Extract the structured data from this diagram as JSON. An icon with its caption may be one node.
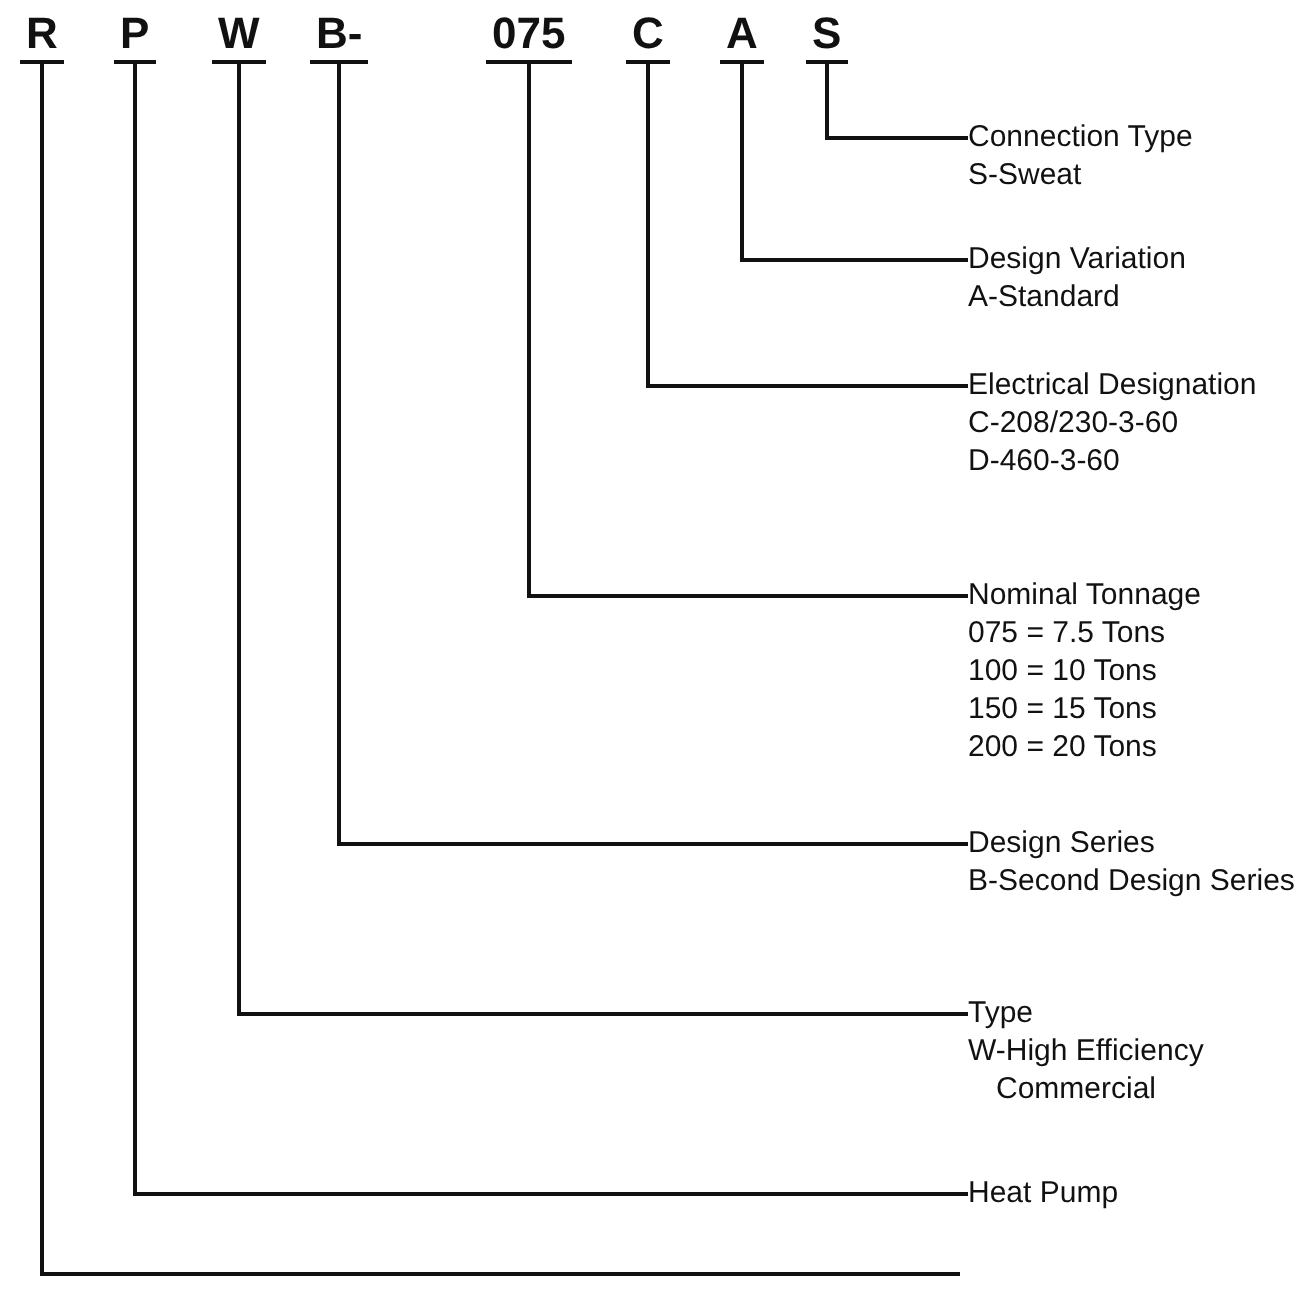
{
  "diagram": {
    "nodes": [
      {
        "text": [
          "R"
        ]
      },
      {
        "text": [
          "P"
        ]
      },
      {
        "text": [
          "W"
        ]
      },
      {
        "text": [
          "B-"
        ]
      },
      {
        "text": [
          "075"
        ]
      },
      {
        "text": [
          "C"
        ]
      },
      {
        "text": [
          "A"
        ]
      },
      {
        "text": [
          "S"
        ]
      },
      {
        "text": [
          "Connection Type",
          "S-Sweat"
        ]
      },
      {
        "text": [
          "Design Variation",
          "A-Standard"
        ]
      },
      {
        "text": [
          "Electrical Designation",
          "C-208/230-3-60",
          "D-460-3-60"
        ]
      },
      {
        "text": [
          "Nominal Tonnage",
          "075 = 7.5 Tons",
          "100 = 10 Tons",
          "150 = 15 Tons",
          "200 = 20 Tons"
        ]
      },
      {
        "text": [
          "Design Series",
          "B-Second Design Series"
        ]
      },
      {
        "text": [
          "Type",
          "W-High Efficiency Commercial"
        ]
      },
      {
        "text": [
          "Heat Pump"
        ]
      }
    ],
    "edges": [
      {
        "from": 7,
        "to": 8,
        "arrow": "none"
      },
      {
        "from": 6,
        "to": 9,
        "arrow": "none"
      },
      {
        "from": 5,
        "to": 10,
        "arrow": "none"
      },
      {
        "from": 4,
        "to": 11,
        "arrow": "none"
      },
      {
        "from": 3,
        "to": 12,
        "arrow": "none"
      },
      {
        "from": 2,
        "to": 13,
        "arrow": "none"
      },
      {
        "from": 1,
        "to": 14,
        "arrow": "none"
      },
      {
        "from": 0,
        "to": null,
        "arrow": "none"
      }
    ]
  }
}
